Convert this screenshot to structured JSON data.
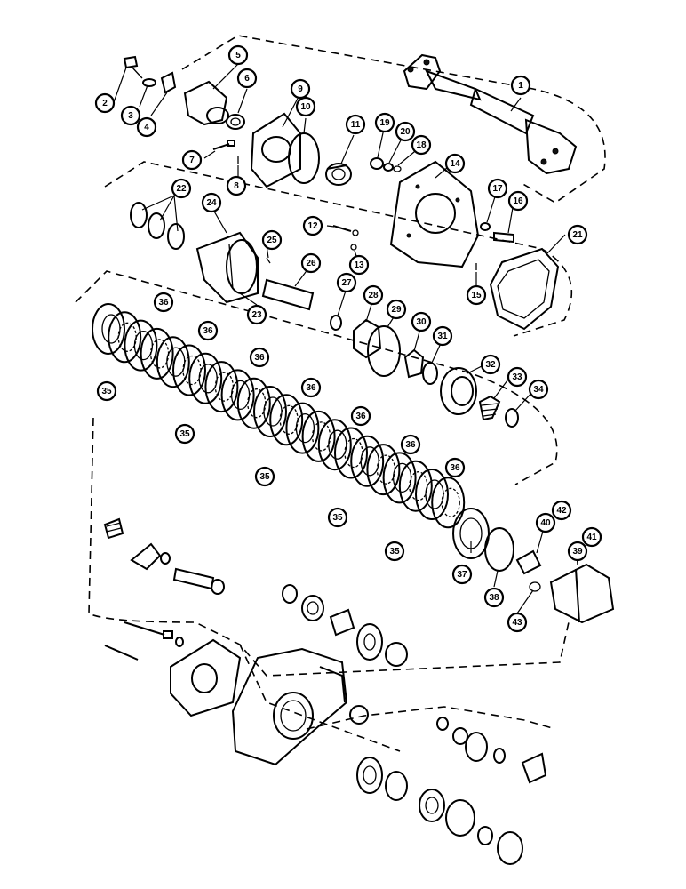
{
  "diagram": {
    "callouts": [
      {
        "id": "c1",
        "label": "1"
      },
      {
        "id": "c2",
        "label": "2"
      },
      {
        "id": "c3",
        "label": "3"
      },
      {
        "id": "c4",
        "label": "4"
      },
      {
        "id": "c5",
        "label": "5"
      },
      {
        "id": "c6",
        "label": "6"
      },
      {
        "id": "c7",
        "label": "7"
      },
      {
        "id": "c8",
        "label": "8"
      },
      {
        "id": "c9",
        "label": "9"
      },
      {
        "id": "c10",
        "label": "10"
      },
      {
        "id": "c11",
        "label": "11"
      },
      {
        "id": "c12",
        "label": "12"
      },
      {
        "id": "c13",
        "label": "13"
      },
      {
        "id": "c14",
        "label": "14"
      },
      {
        "id": "c15",
        "label": "15"
      },
      {
        "id": "c16",
        "label": "16"
      },
      {
        "id": "c17",
        "label": "17"
      },
      {
        "id": "c18",
        "label": "18"
      },
      {
        "id": "c19",
        "label": "19"
      },
      {
        "id": "c20",
        "label": "20"
      },
      {
        "id": "c21",
        "label": "21"
      },
      {
        "id": "c22",
        "label": "22"
      },
      {
        "id": "c23",
        "label": "23"
      },
      {
        "id": "c24",
        "label": "24"
      },
      {
        "id": "c25",
        "label": "25"
      },
      {
        "id": "c26",
        "label": "26"
      },
      {
        "id": "c27",
        "label": "27"
      },
      {
        "id": "c28",
        "label": "28"
      },
      {
        "id": "c29",
        "label": "29"
      },
      {
        "id": "c30",
        "label": "30"
      },
      {
        "id": "c31",
        "label": "31"
      },
      {
        "id": "c32",
        "label": "32"
      },
      {
        "id": "c33",
        "label": "33"
      },
      {
        "id": "c34",
        "label": "34"
      },
      {
        "id": "c35a",
        "label": "35"
      },
      {
        "id": "c35b",
        "label": "35"
      },
      {
        "id": "c35c",
        "label": "35"
      },
      {
        "id": "c35d",
        "label": "35"
      },
      {
        "id": "c35e",
        "label": "35"
      },
      {
        "id": "c36a",
        "label": "36"
      },
      {
        "id": "c36b",
        "label": "36"
      },
      {
        "id": "c36c",
        "label": "36"
      },
      {
        "id": "c36d",
        "label": "36"
      },
      {
        "id": "c36e",
        "label": "36"
      },
      {
        "id": "c36f",
        "label": "36"
      },
      {
        "id": "c36g",
        "label": "36"
      },
      {
        "id": "c37",
        "label": "37"
      },
      {
        "id": "c38",
        "label": "38"
      },
      {
        "id": "c39",
        "label": "39"
      },
      {
        "id": "c40",
        "label": "40"
      },
      {
        "id": "c41",
        "label": "41"
      },
      {
        "id": "c42",
        "label": "42"
      },
      {
        "id": "c43",
        "label": "43"
      }
    ]
  }
}
